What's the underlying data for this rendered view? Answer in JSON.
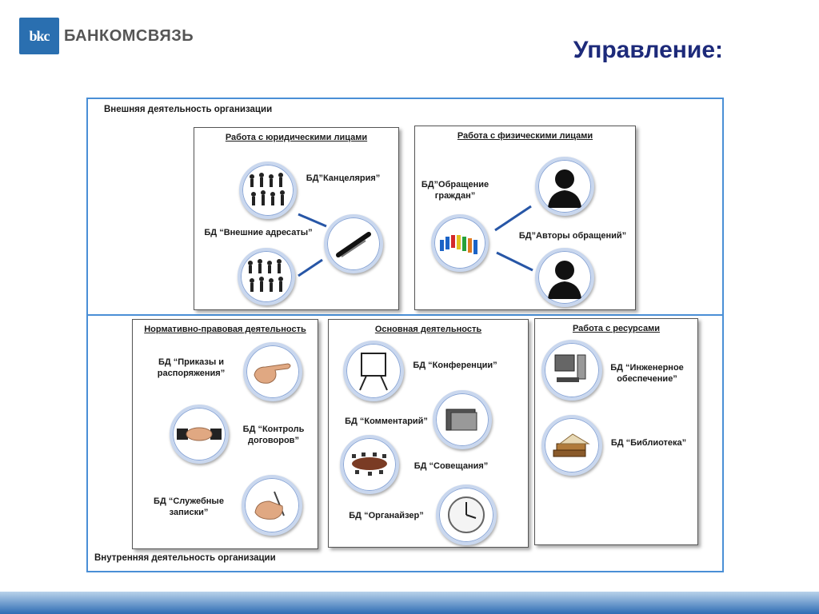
{
  "header": {
    "logo_mark": "bkc",
    "logo_text": "БАНКОМСВЯЗЬ",
    "title": "Управление:"
  },
  "sections": {
    "external": "Внешняя деятельность организации",
    "internal": "Внутренняя деятельность организации"
  },
  "panels": {
    "legal": {
      "title": "Работа с юридическими лицами",
      "db_chancellery": "БД”Канцелярия”",
      "db_addressees": "БД “Внешние адресаты”"
    },
    "individuals": {
      "title": "Работа с физическими лицами",
      "db_appeals": "БД”Обращение граждан”",
      "db_authors": "БД”Авторы обращений”"
    },
    "normative": {
      "title": "Нормативно-правовая деятельность",
      "db_orders": "БД “Приказы и распоряжения”",
      "db_contracts": "БД “Контроль договоров”",
      "db_memos": "БД “Служебные записки”"
    },
    "main": {
      "title": "Основная деятельность",
      "db_conferences": "БД “Конференции”",
      "db_comments": "БД “Комментарий”",
      "db_meetings": "БД “Совещания”",
      "db_organizer": "БД “Органайзер”"
    },
    "resources": {
      "title": "Работа с ресурсами",
      "db_engineering": "БД “Инженерное обеспечение”",
      "db_library": "БД “Библиотека”"
    }
  },
  "icons": {
    "people_crowd": "people-crowd-icon",
    "pen": "fountain-pen-icon",
    "person_silhouette": "person-silhouette-icon",
    "dominoes": "dominoes-icon",
    "pointing_hand": "pointing-hand-icon",
    "handshake": "handshake-icon",
    "writing_hand": "writing-hand-icon",
    "flipchart": "flipchart-icon",
    "notebook": "notebook-icon",
    "meeting_table": "meeting-table-icon",
    "clock": "clock-icon",
    "computer": "computer-icon",
    "books": "books-icon"
  },
  "colors": {
    "frame_blue": "#4a8fd6",
    "title_navy": "#1d2a7a",
    "connector": "#2756a6"
  }
}
